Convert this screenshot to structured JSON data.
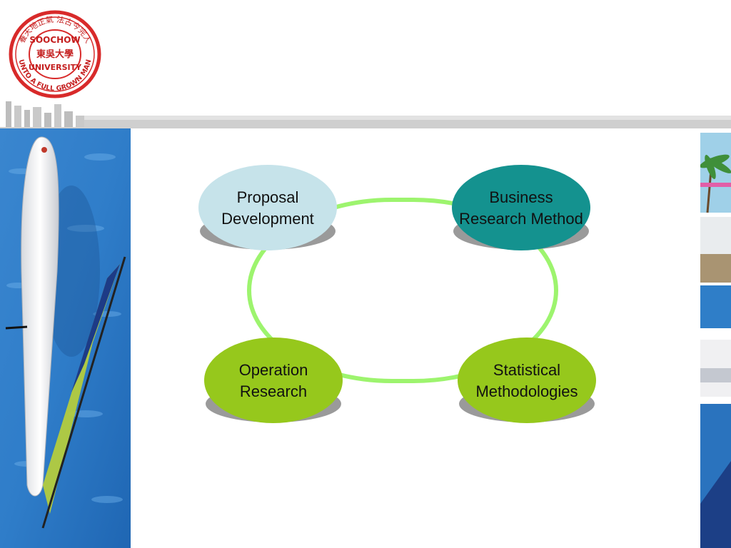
{
  "logo": {
    "name": "soochow-university-seal",
    "text_ring_top": "養天地正氣 法古今完人",
    "text_center_top": "SOOCHOW",
    "text_center_chinese": "東吳大學",
    "text_center_bottom": "UNIVERSITY",
    "text_ring_bottom": "UNTO A FULL GROWN MAN",
    "colors": {
      "ring": "#d82a2a",
      "text": "#c41e1e"
    }
  },
  "diagram": {
    "nodes": [
      {
        "id": "proposal",
        "lines": [
          "Proposal",
          "Development"
        ],
        "fill": "#c6e3ea"
      },
      {
        "id": "business",
        "lines": [
          "Business",
          "Research Method"
        ],
        "fill": "#14928f"
      },
      {
        "id": "operation",
        "lines": [
          "Operation",
          "Research"
        ],
        "fill": "#96c81c"
      },
      {
        "id": "statistical",
        "lines": [
          "Statistical",
          "Methodologies"
        ],
        "fill": "#96c81c"
      }
    ],
    "ring_color": "#9df46e",
    "shadow_color": "#9a9a9a"
  }
}
